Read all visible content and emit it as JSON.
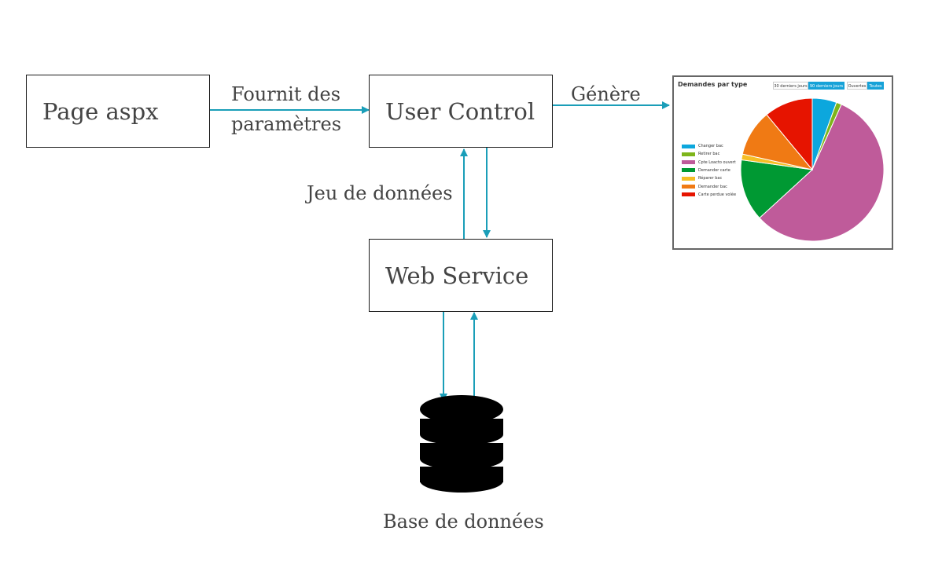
{
  "boxes": {
    "page_aspx": "Page aspx",
    "user_control": "User Control",
    "web_service": "Web Service"
  },
  "labels": {
    "fournit_line1": "Fournit des",
    "fournit_line2": "paramètres",
    "genere": "Génère",
    "jeu_de_donnees": "Jeu de données",
    "base_de_donnees": "Base de données"
  },
  "colors": {
    "arrow": "#1a9eb8",
    "box_border": "#1a1a1a",
    "text": "#444444",
    "database": "#000000"
  },
  "icons": {
    "database": "database-icon"
  },
  "chart_data": {
    "type": "pie",
    "title": "Demandes par type",
    "buttons": [
      {
        "label": "30 derniers jours",
        "active": false
      },
      {
        "label": "90 derniers jours",
        "active": true
      },
      {
        "label": "Ouvertes",
        "active": false
      },
      {
        "label": "Toutes",
        "active": true
      }
    ],
    "legend_position": "left",
    "series": [
      {
        "name": "Changer bac",
        "value": 5.5,
        "color": "#0ca7dd"
      },
      {
        "name": "Retirer bac",
        "value": 1.2,
        "color": "#7eb51a"
      },
      {
        "name": "Cpte Loacto ouvert",
        "value": 56.5,
        "color": "#bf5b9a"
      },
      {
        "name": "Demander carte",
        "value": 14.0,
        "color": "#009933"
      },
      {
        "name": "Réparer bac",
        "value": 1.3,
        "color": "#f6be25"
      },
      {
        "name": "Demander bac",
        "value": 10.5,
        "color": "#f07a14"
      },
      {
        "name": "Carte perdue volée",
        "value": 11.0,
        "color": "#e61400"
      }
    ]
  }
}
